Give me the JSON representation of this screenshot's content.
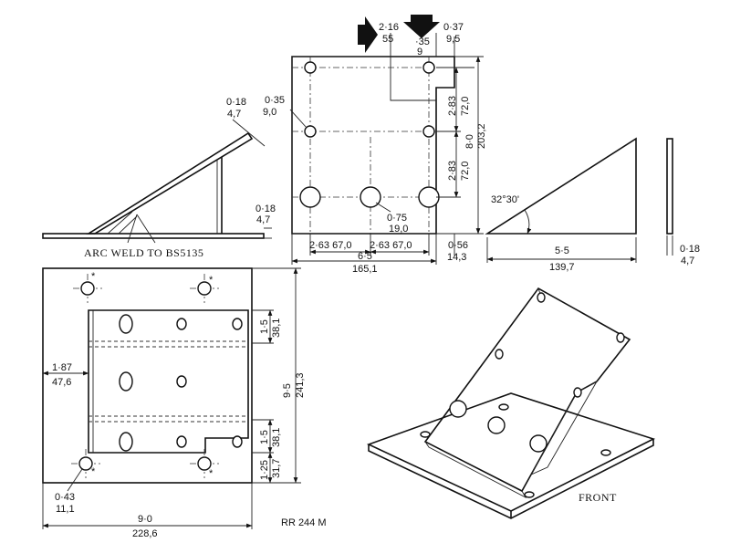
{
  "labels": {
    "weld_note": "ARC WELD TO BS5135",
    "front": "FRONT",
    "drawing_ref": "RR 244 M",
    "angle": "32°30'"
  },
  "side_view": {
    "thick_in": "0·18",
    "thick_mm": "4,7",
    "base_thick_in": "0·18",
    "base_thick_mm": "4,7"
  },
  "top_plate": {
    "hole_small_in": "0·35",
    "hole_small_mm": "9,0",
    "hole_large_in": "0·75",
    "hole_large_mm": "19,0",
    "notch_in": "2·16",
    "notch_mm": "55",
    "notch_depth_in": "·35",
    "notch_depth_mm": "9",
    "edge_in": "0·37",
    "edge_mm": "9,5",
    "v1_in": "2·83",
    "v1_mm": "72,0",
    "v2_in": "2·83",
    "v2_mm": "72,0",
    "total_v_in": "8·0",
    "total_v_mm": "203,2",
    "h1_in": "2·63",
    "h1_mm": "67,0",
    "h2_in": "2·63",
    "h2_mm": "67,0",
    "width_in": "6·5",
    "width_mm": "165,1",
    "right_in": "0·56",
    "right_mm": "14,3"
  },
  "gusset": {
    "length_in": "5·5",
    "length_mm": "139,7",
    "thick_in": "0·18",
    "thick_mm": "4,7"
  },
  "base_plate": {
    "side_in": "1·87",
    "side_mm": "47,6",
    "a_in": "1·5",
    "a_mm": "38,1",
    "h_in": "9·5",
    "h_mm": "241,3",
    "b_in": "1·5",
    "b_mm": "38,1",
    "c_in": "1·25",
    "c_mm": "31,7",
    "hole_in": "0·43",
    "hole_mm": "11,1",
    "width_in": "9·0",
    "width_mm": "228,6",
    "star": "*"
  }
}
